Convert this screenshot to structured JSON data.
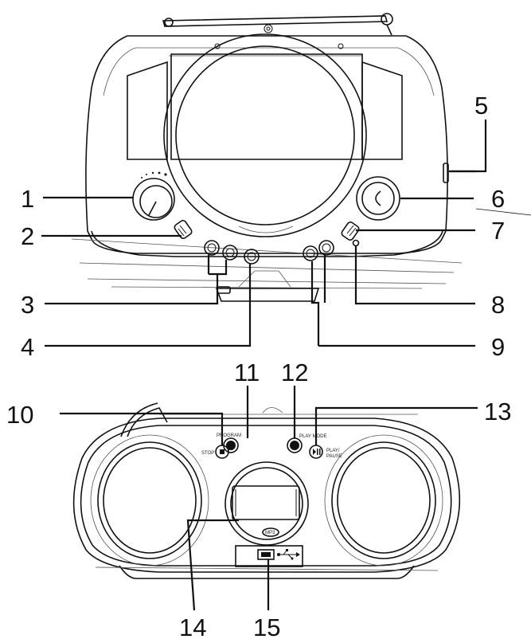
{
  "callouts": {
    "c1": "1",
    "c2": "2",
    "c3": "3",
    "c4": "4",
    "c5": "5",
    "c6": "6",
    "c7": "7",
    "c8": "8",
    "c9": "9",
    "c10": "10",
    "c11": "11",
    "c12": "12",
    "c13": "13",
    "c14": "14",
    "c15": "15"
  },
  "button_labels": {
    "stop": "STOP",
    "program": "PROGRAM",
    "play_mode": "PLAY MODE",
    "play_pause_line1": "PLAY/",
    "play_pause_line2": "PAUSE",
    "mp3_badge": "MP3"
  },
  "icons": {
    "stop": "stop-icon",
    "play_pause": "play-pause-icon",
    "usb": "usb-icon"
  }
}
